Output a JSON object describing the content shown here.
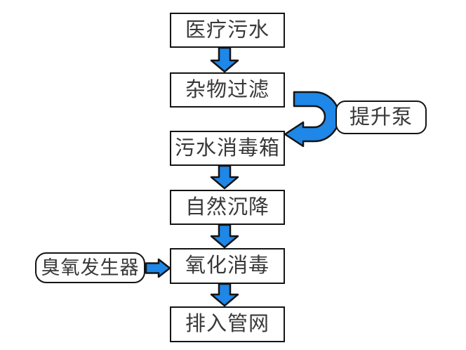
{
  "colors": {
    "arrow_fill": "#1E87E8",
    "outline": "#141414",
    "box_bg": "#FFFFFF",
    "text": "#383838",
    "page_bg": "#FFFFFF"
  },
  "flowchart": {
    "main_nodes": [
      {
        "id": "medical-sewage",
        "label": "医疗污水"
      },
      {
        "id": "debris-filtration",
        "label": "杂物过滤"
      },
      {
        "id": "sewage-disinfection-tank",
        "label": "污水消毒箱"
      },
      {
        "id": "natural-sedimentation",
        "label": "自然沉降"
      },
      {
        "id": "oxidation-disinfection",
        "label": "氧化消毒"
      },
      {
        "id": "discharge-to-pipe-network",
        "label": "排入管网"
      }
    ],
    "side_nodes": [
      {
        "id": "lift-pump",
        "label": "提升泵"
      },
      {
        "id": "ozone-generator",
        "label": "臭氧发生器"
      }
    ]
  }
}
